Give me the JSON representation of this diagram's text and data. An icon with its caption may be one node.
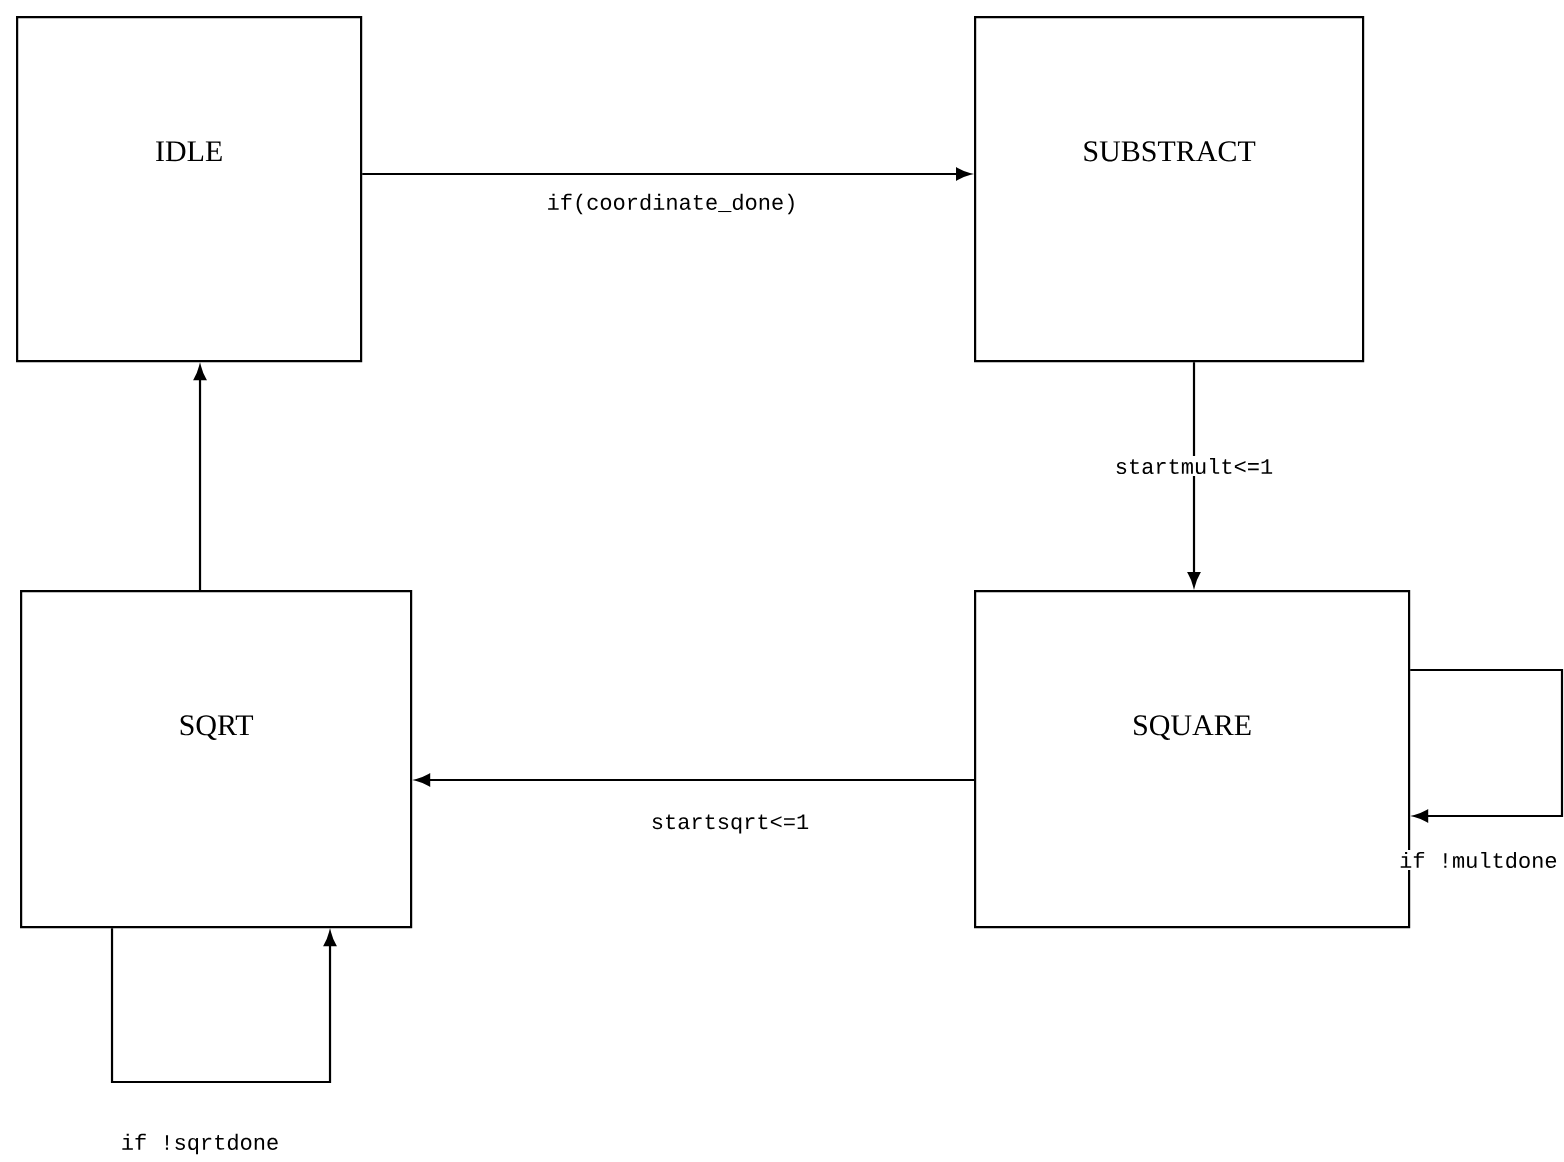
{
  "diagram": {
    "nodes": [
      {
        "text": [
          "IDLE"
        ]
      },
      {
        "text": [
          "SUBSTRACT"
        ]
      },
      {
        "text": [
          "SQRT"
        ]
      },
      {
        "text": [
          "SQUARE"
        ]
      }
    ],
    "edges": [
      {
        "from": 0,
        "to": 1,
        "arrow": "to",
        "label": "if(coordinate_done)"
      },
      {
        "from": 1,
        "to": 3,
        "arrow": "to",
        "label": "startmult<=1"
      },
      {
        "from": 3,
        "to": 2,
        "arrow": "to",
        "label": "startsqrt<=1"
      },
      {
        "from": 2,
        "to": 0,
        "arrow": "to"
      },
      {
        "from": 2,
        "to": 2,
        "arrow": "to",
        "label": "if !sqrtdone"
      },
      {
        "from": 3,
        "to": 3,
        "arrow": "to",
        "label": "if !multdone"
      }
    ]
  }
}
